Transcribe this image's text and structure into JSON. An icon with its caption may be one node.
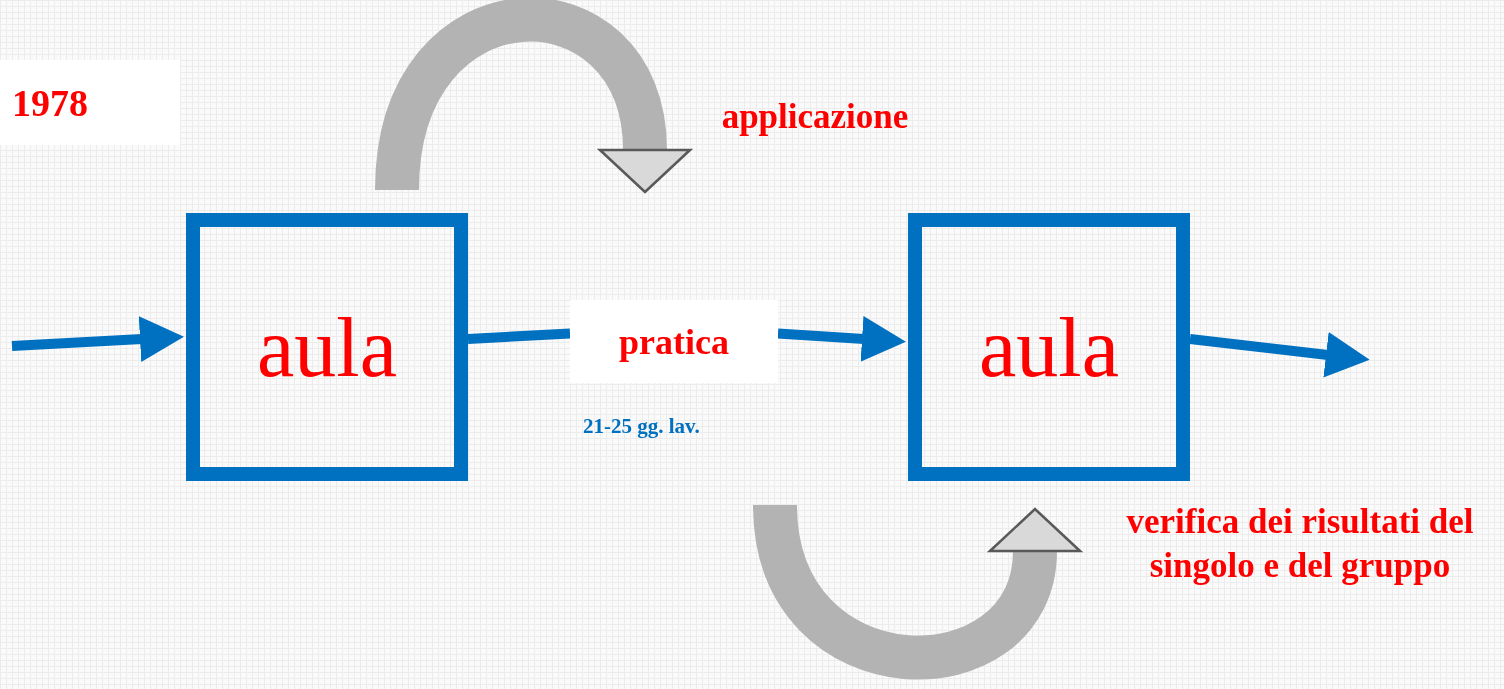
{
  "diagram": {
    "nodes": [
      {
        "text": [
          "aula"
        ]
      },
      {
        "text": [
          "pratica"
        ],
        "beside": [
          "21-25 gg. lav."
        ]
      },
      {
        "text": [
          "aula"
        ]
      }
    ],
    "edges": [
      {
        "from": null,
        "to": 0,
        "arrow": "to"
      },
      {
        "from": 0,
        "to": 1,
        "arrow": "none"
      },
      {
        "from": 1,
        "to": 2,
        "arrow": "to"
      },
      {
        "from": 2,
        "to": null,
        "arrow": "to"
      },
      {
        "from": 0,
        "to": 1,
        "arrow": "to",
        "label": "applicazione",
        "style": "thick",
        "color": "#b3b3b3"
      },
      {
        "from": null,
        "to": 2,
        "arrow": "to",
        "label": "verifica dei risultati del singolo e del gruppo",
        "style": "thick",
        "color": "#b3b3b3"
      }
    ],
    "labels": [
      "1978"
    ]
  }
}
